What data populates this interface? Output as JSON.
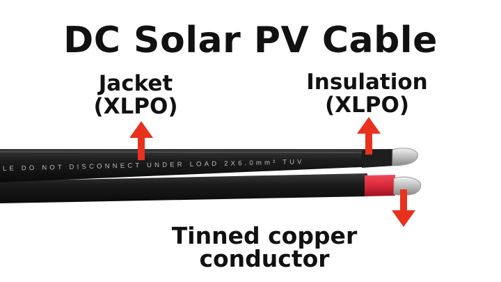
{
  "title": "DC Solar PV Cable",
  "labels": {
    "jacket": {
      "name": "Jacket",
      "material": "(XLPO)"
    },
    "insulation": {
      "name": "Insulation",
      "material": "(XLPO)"
    },
    "conductor": "Tinned copper conductor"
  },
  "cable_print": "LE DO NOT DISCONNECT UNDER LOAD 2X6.0mm² TUV",
  "colors": {
    "arrow": "#e8321e",
    "jacket": "#1a1a1a",
    "red_insulation": "#d8283a",
    "conductor": "#c8c8c8"
  }
}
